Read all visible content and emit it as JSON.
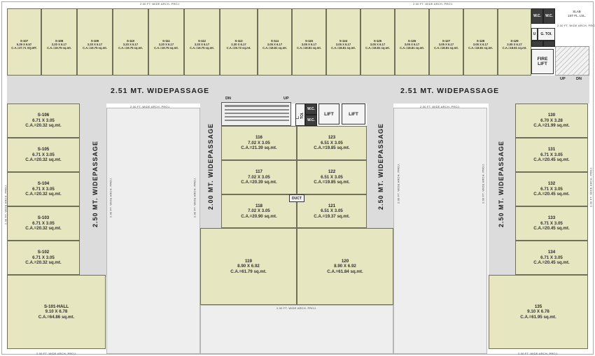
{
  "notes": {
    "arch_proj": "2.00 FT. WIDE ARCH. PROJ."
  },
  "passages": {
    "top_left": "2.51 MT. WIDEPASSAGE",
    "top_right": "2.51 MT. WIDEPASSAGE",
    "left": "2.50 MT. WIDEPASSAGE",
    "center": "2.00 MT. WIDEPASSAGE",
    "right_inner": "2.50 MT. WIDEPASSAGE",
    "right": "2.50 MT. WIDEPASSAGE"
  },
  "services": {
    "wc": "W.C.",
    "toilet_ladies": "L. TOI.",
    "toilet_gents": "G. TOI.",
    "lift": "LIFT",
    "fire_lift": "FIRE LIFT",
    "duct": "DUCT",
    "up": "UP",
    "dn": "DN",
    "u": "U"
  },
  "slab": {
    "line1": "SLAB",
    "line2": "1ST FL. LVL."
  },
  "top_shops": [
    {
      "name": "S-107",
      "dim": "5.39 X 6.57",
      "area": "C.A.=27.71 SQ.MT."
    },
    {
      "name": "S-108",
      "dim": "3.20 X 6.17",
      "area": "C.A.=19.75 sq.mt."
    },
    {
      "name": "S-109",
      "dim": "3.20 X 6.17",
      "area": "C.A.=19.75 sq.mt."
    },
    {
      "name": "S-110",
      "dim": "3.20 X 6.17",
      "area": "C.A.=19.75 sq.mt."
    },
    {
      "name": "S-111",
      "dim": "3.20 X 6.17",
      "area": "C.A.=19.75 sq.mt."
    },
    {
      "name": "S-112",
      "dim": "3.20 X 6.17",
      "area": "C.A.=19.75 sq.mt."
    },
    {
      "name": "S-113",
      "dim": "3.30 X 6.17",
      "area": "C.A.=20.72 sq.mt."
    },
    {
      "name": "S-114",
      "dim": "3.05 X 6.17",
      "area": "C.A.=18.81 sq.mt."
    },
    {
      "name": "S-115",
      "dim": "3.05 X 6.17",
      "area": "C.A.=18.81 sq.mt."
    },
    {
      "name": "S-124",
      "dim": "3.05 X 6.17",
      "area": "C.A.=18.81 sq.mt."
    },
    {
      "name": "S-125",
      "dim": "3.05 X 6.17",
      "area": "C.A.=18.81 sq.mt."
    },
    {
      "name": "S-126",
      "dim": "3.05 X 6.17",
      "area": "C.A.=18.81 sq.mt."
    },
    {
      "name": "S-127",
      "dim": "3.05 X 6.17",
      "area": "C.A.=18.81 sq.mt."
    },
    {
      "name": "S-128",
      "dim": "3.05 X 6.17",
      "area": "C.A.=18.81 sq.mt."
    },
    {
      "name": "S-129",
      "dim": "3.05 X 6.17",
      "area": "C.A.=18.81 sq.mt."
    }
  ],
  "left_shops": [
    {
      "name": "S-106",
      "dim": "6.71 X 3.05",
      "area": "C.A.=20.32 sq.mt."
    },
    {
      "name": "S-105",
      "dim": "6.71 X 3.05",
      "area": "C.A.=20.32 sq.mt."
    },
    {
      "name": "S-104",
      "dim": "6.71 X 3.05",
      "area": "C.A.=20.32 sq.mt."
    },
    {
      "name": "S-103",
      "dim": "6.71 X 3.05",
      "area": "C.A.=20.32 sq.mt."
    },
    {
      "name": "S-102",
      "dim": "6.71 X 3.05",
      "area": "C.A.=20.32 sq.mt."
    },
    {
      "name": "S-101-HALL",
      "dim": "9.10 X 6.78",
      "area": "C.A.=64.86 sq.mt."
    }
  ],
  "right_shops": [
    {
      "name": "130",
      "dim": "6.70 X 3.28",
      "area": "C.A.=21.99 sq.mt."
    },
    {
      "name": "131",
      "dim": "6.71 X 3.05",
      "area": "C.A.=20.45 sq.mt."
    },
    {
      "name": "132",
      "dim": "6.71 X 3.05",
      "area": "C.A.=20.45 sq.mt."
    },
    {
      "name": "133",
      "dim": "6.71 X 3.05",
      "area": "C.A.=20.45 sq.mt."
    },
    {
      "name": "134",
      "dim": "6.71 X 3.05",
      "area": "C.A.=20.45 sq.mt."
    },
    {
      "name": "135",
      "dim": "9.10 X 6.78",
      "area": "C.A.=61.95 sq.mt."
    }
  ],
  "center_shops": [
    {
      "name": "116",
      "dim": "7.02 X 3.05",
      "area": "C.A.=21.39 sq.mt."
    },
    {
      "name": "117",
      "dim": "7.02 X 3.05",
      "area": "C.A.=20.39 sq.mt."
    },
    {
      "name": "118",
      "dim": "7.02 X 3.05",
      "area": "C.A.=20.90 sq.mt."
    },
    {
      "name": "123",
      "dim": "6.51 X 3.05",
      "area": "C.A.=19.85 sq.mt."
    },
    {
      "name": "122",
      "dim": "6.51 X 3.05",
      "area": "C.A.=19.85 sq.mt."
    },
    {
      "name": "121",
      "dim": "6.51 X 3.05",
      "area": "C.A.=19.37 sq.mt."
    },
    {
      "name": "119",
      "dim": "8.90 X 6.92",
      "area": "C.A.=61.79 sq.mt."
    },
    {
      "name": "120",
      "dim": "8.90 X 6.92",
      "area": "C.A.=61.84 sq.mt."
    }
  ]
}
